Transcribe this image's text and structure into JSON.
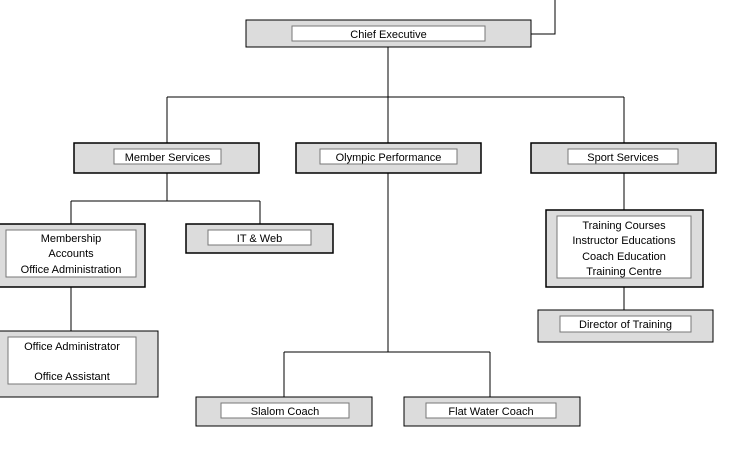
{
  "org_chart": {
    "root": {
      "id": "chief",
      "label": "Chief Executive"
    },
    "departments": [
      {
        "id": "member",
        "label": "Member Services"
      },
      {
        "id": "olympic",
        "label": "Olympic Performance"
      },
      {
        "id": "sport",
        "label": "Sport Services"
      }
    ],
    "member_services": {
      "membership_group": [
        "Membership",
        "Accounts",
        "Office Administration"
      ],
      "it_web": "IT & Web",
      "office_staff": [
        "Office Administrator",
        "Office Assistant"
      ]
    },
    "olympic_performance": {
      "coaches": [
        "Slalom Coach",
        "Flat Water Coach"
      ]
    },
    "sport_services": {
      "training_group": [
        "Training Courses",
        "Instructor Educations",
        "Coach Education",
        "Training Centre"
      ],
      "director": "Director of Training"
    }
  },
  "colors": {
    "box_fill": "#dcdcdc",
    "label_fill": "#ffffff",
    "line": "#000000"
  }
}
